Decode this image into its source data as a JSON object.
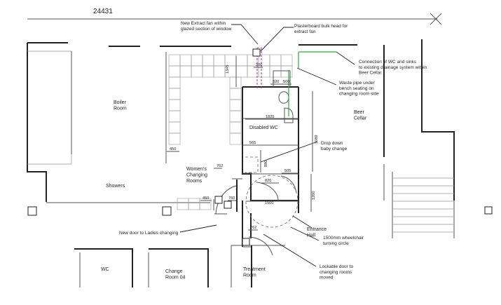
{
  "top_dimension": "24431",
  "rooms": {
    "boiler_room": "Boiler\nRoom",
    "showers": "Showers",
    "womens_changing": "Women's\nChanging\nRooms",
    "disabled_wc": "Disabled WC",
    "beer_cellar": "Beer\nCellar",
    "entrance_hall": "Entrance\nHall",
    "wc": "WC",
    "change_room_04": "Change\nRoom 04",
    "treatment_room": "Treatment\nRoom"
  },
  "notes": {
    "extract_fan": "New Extract fan within\nglazed section of window",
    "plasterboard": "Plasterboard bulk head for\nextract fan",
    "connection": "Connection of  WC and sinks\nto existing drainage system within\nBeer Cellar.",
    "waste_pipe": "Waste pipe under\nbench seating on\nchanging room side",
    "baby_change": "Drop down\nbaby change",
    "ladies_door": "New door to Ladies changing",
    "turning_circle": "1500mm wheelchair\nturning circle",
    "lockable_door": "Lockable door to\nchanging rooms\nmoved"
  },
  "dimensions": {
    "d1345": "1345",
    "d300": "300",
    "d320": "320",
    "d500a": "500",
    "d1825": "1825",
    "d3089": "3089",
    "d450a": "450",
    "d565": "565",
    "d880": "880",
    "d505": "505",
    "d826": "826",
    "d762a": "762",
    "d450b": "450",
    "d760": "760",
    "d1500": "1500",
    "d1200": "1200",
    "d762b": "762"
  }
}
